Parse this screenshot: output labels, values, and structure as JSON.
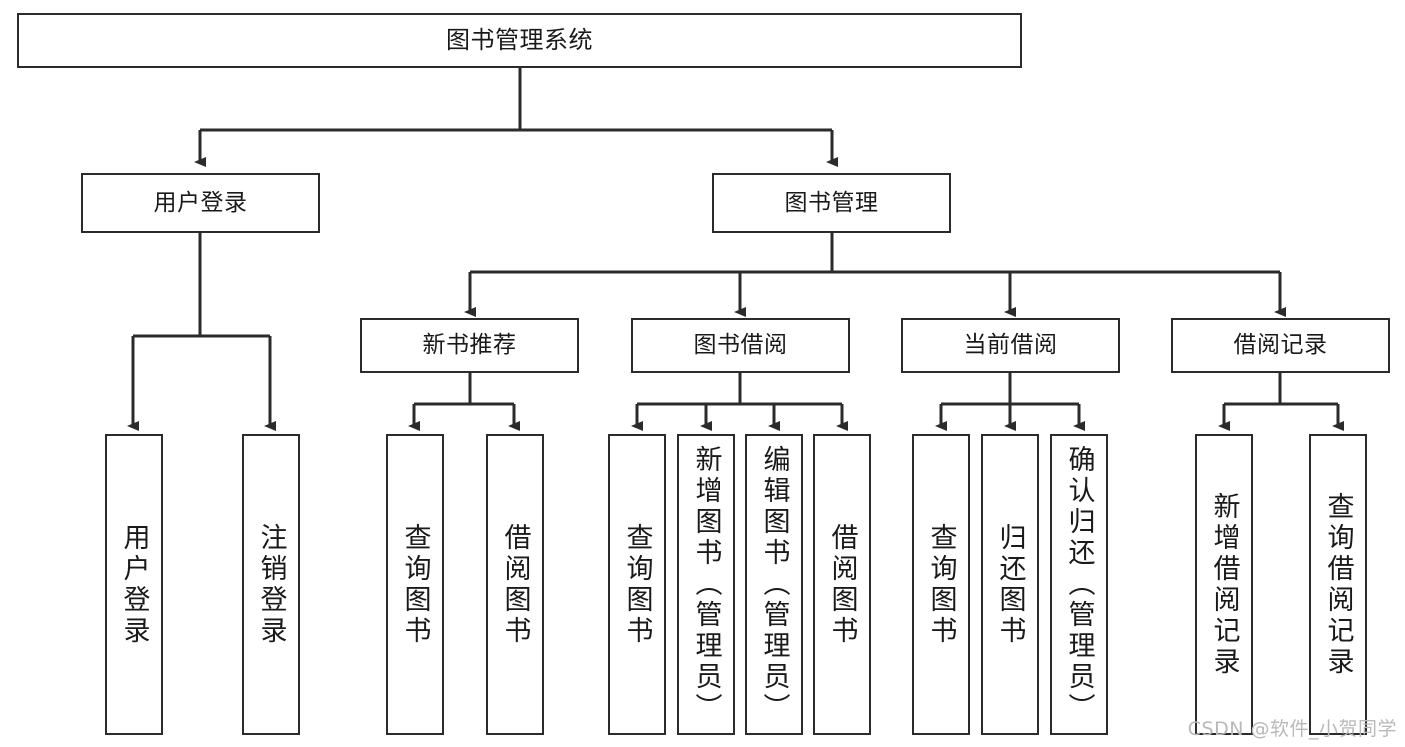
{
  "diagram": {
    "title": "图书管理系统",
    "type": "tree-hierarchy",
    "colors": {
      "box_border": "#2b2b2b",
      "box_fill": "#ffffff",
      "edge": "#2b2b2b",
      "text": "#1a1a1a",
      "watermark": "#b9b9b9"
    },
    "root": {
      "label": "图书管理系统"
    },
    "level1": [
      {
        "label": "用户登录"
      },
      {
        "label": "图书管理"
      }
    ],
    "level2": [
      {
        "label": "新书推荐"
      },
      {
        "label": "图书借阅"
      },
      {
        "label": "当前借阅"
      },
      {
        "label": "借阅记录"
      }
    ],
    "leaves": {
      "user_login": [
        {
          "label": "用户登录"
        },
        {
          "label": "注销登录"
        }
      ],
      "new_book_recommend": [
        {
          "label": "查询图书"
        },
        {
          "label": "借阅图书"
        }
      ],
      "book_borrow": [
        {
          "label": "查询图书"
        },
        {
          "label": "新增图书（管理员）"
        },
        {
          "label": "编辑图书（管理员）"
        },
        {
          "label": "借阅图书"
        }
      ],
      "current_borrow": [
        {
          "label": "查询图书"
        },
        {
          "label": "归还图书"
        },
        {
          "label": "确认归还（管理员）"
        }
      ],
      "borrow_record": [
        {
          "label": "新增借阅记录"
        },
        {
          "label": "查询借阅记录"
        }
      ]
    }
  },
  "watermark": {
    "text": "CSDN @软件_小贺同学"
  }
}
